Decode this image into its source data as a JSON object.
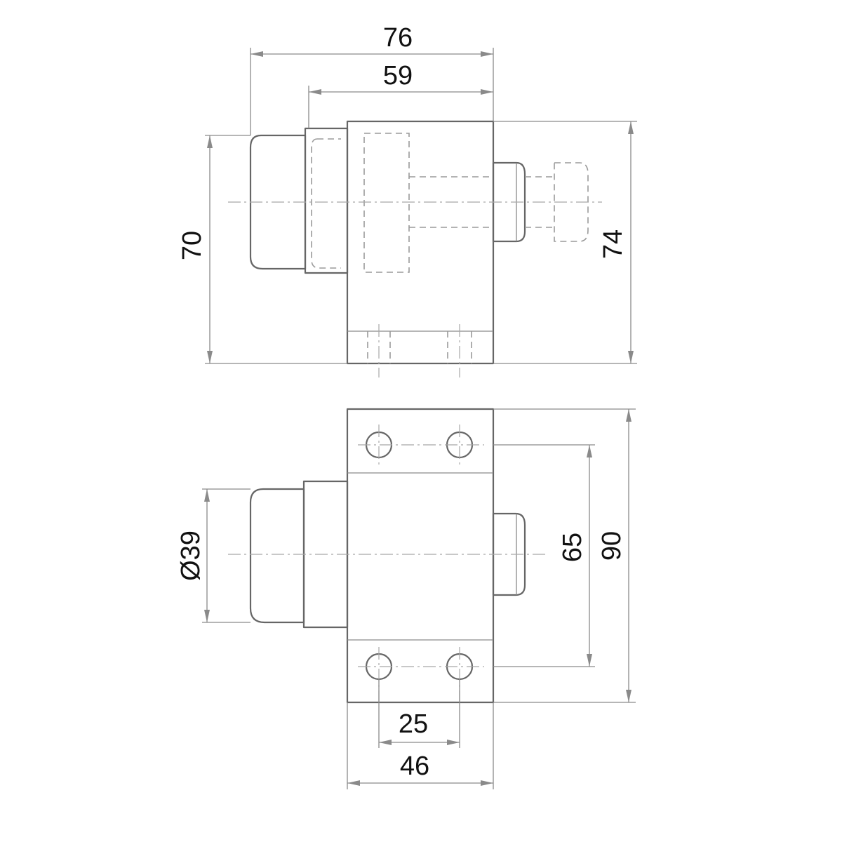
{
  "dimensions": {
    "overall_length": "76",
    "body_to_knob_length": "59",
    "knob_height": "70",
    "body_height": "74",
    "knob_diameter": "Ø39",
    "inner_hole_spacing": "65",
    "flange_height": "90",
    "hole_pitch": "25",
    "flange_width": "46"
  }
}
